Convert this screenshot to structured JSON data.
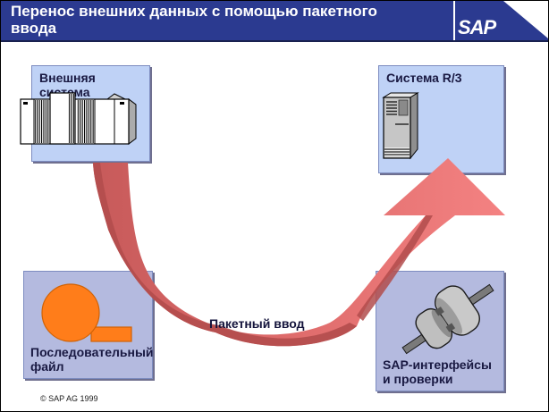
{
  "header": {
    "title_line1": "Перенос внешних данных с помощью пакетного",
    "title_line2": "ввода",
    "logo": "SAP"
  },
  "boxes": {
    "external_system": {
      "line1": "Внешняя",
      "line2": "система"
    },
    "r3_system": {
      "line1": "Система R/3"
    },
    "sequential_file": {
      "line1": "Последовательный",
      "line2": "файл"
    },
    "sap_interfaces": {
      "line1": "SAP-интерфейсы",
      "line2": "и проверки"
    }
  },
  "arrow": {
    "label": "Пакетный ввод"
  },
  "footer": {
    "copyright": "©  SAP AG 1999"
  },
  "colors": {
    "header_blue": "#2B3A90",
    "top_box_fill": "#BFD2F6",
    "bottom_box_fill": "#B4BADF",
    "box_border": "#7D8CC0",
    "arrow_salmon_light": "#F48282",
    "arrow_salmon_dark": "#C75A5A",
    "arrow_edge_dark_red": "#B24C4C",
    "tape_orange": "#FF7D1A",
    "label_navy": "#191942"
  },
  "icons": {
    "mainframe": "mainframe-computers-icon",
    "server": "r3-server-tower-icon",
    "tape": "sequential-file-tape-reel-icon",
    "plug": "interface-plug-connector-icon",
    "logo": "sap-logo"
  }
}
